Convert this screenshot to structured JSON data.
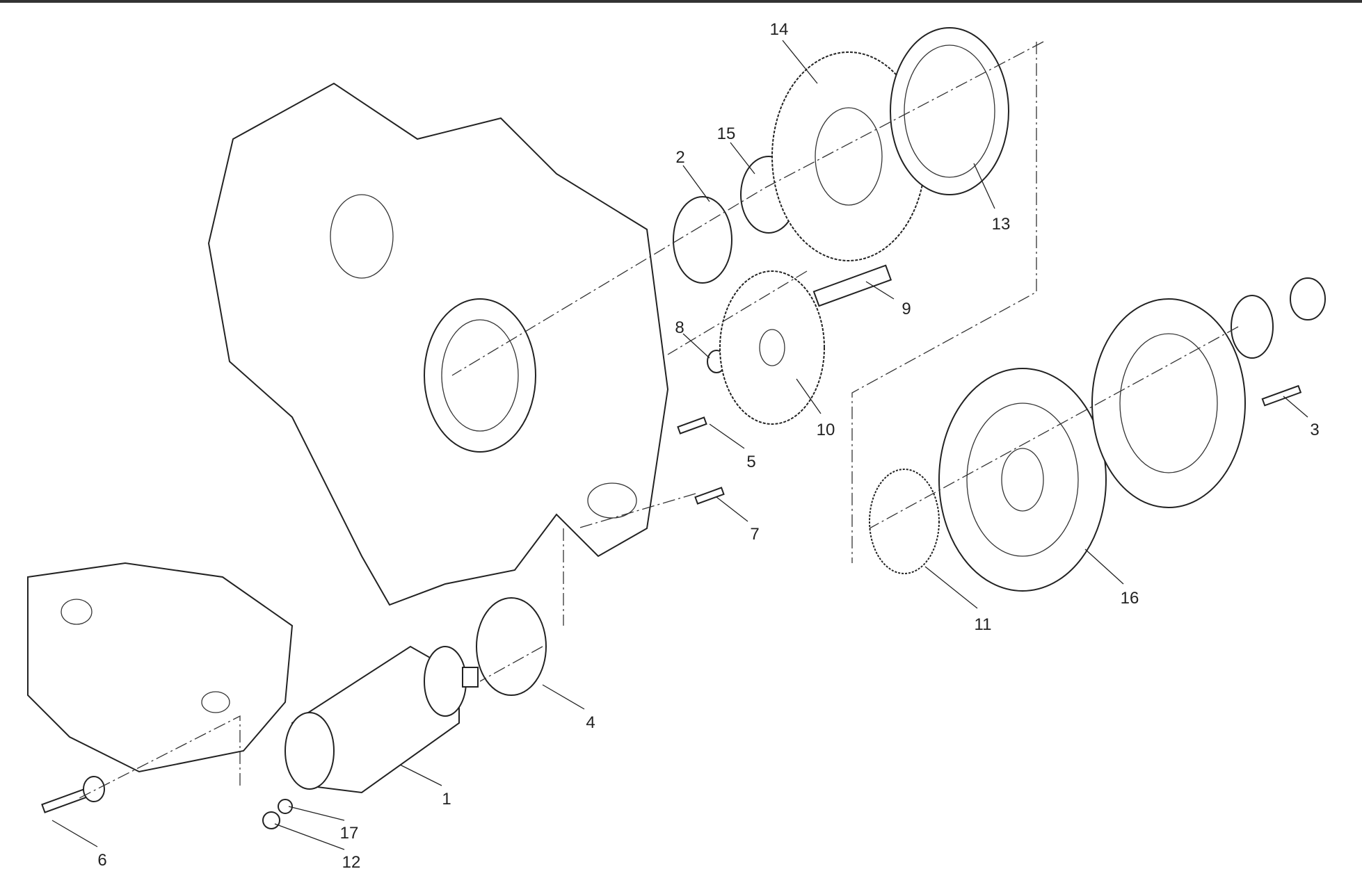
{
  "diagram": {
    "type": "exploded parts diagram",
    "callouts": [
      "1",
      "2",
      "3",
      "4",
      "5",
      "6",
      "7",
      "8",
      "9",
      "10",
      "11",
      "12",
      "13",
      "14",
      "15",
      "16",
      "17"
    ]
  }
}
